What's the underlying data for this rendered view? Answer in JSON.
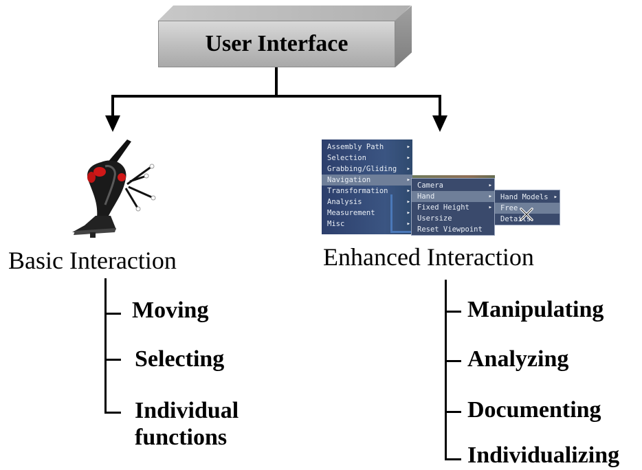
{
  "root": {
    "label": "User Interface"
  },
  "basic": {
    "heading": "Basic Interaction",
    "items": [
      "Moving",
      "Selecting",
      "Individual functions"
    ]
  },
  "enhanced": {
    "heading": "Enhanced Interaction",
    "items": [
      "Manipulating",
      "Analyzing",
      "Documenting",
      "Individualizing"
    ]
  },
  "menu": {
    "main": [
      "Assembly Path",
      "Selection",
      "Grabbing/Gliding",
      "Navigation",
      "Transformation",
      "Analysis",
      "Measurement",
      "Misc"
    ],
    "navigation_sub": [
      "Camera",
      "Hand",
      "Fixed Height",
      "Usersize",
      "Reset Viewpoint"
    ],
    "hand_sub": [
      "Hand Models",
      "Free",
      "Details"
    ]
  },
  "colors": {
    "menu_bg": "#2b3d6a",
    "menu_selected": "#6f7f99",
    "joystick_body": "#1a1a1a",
    "joystick_accent": "#d01818"
  }
}
